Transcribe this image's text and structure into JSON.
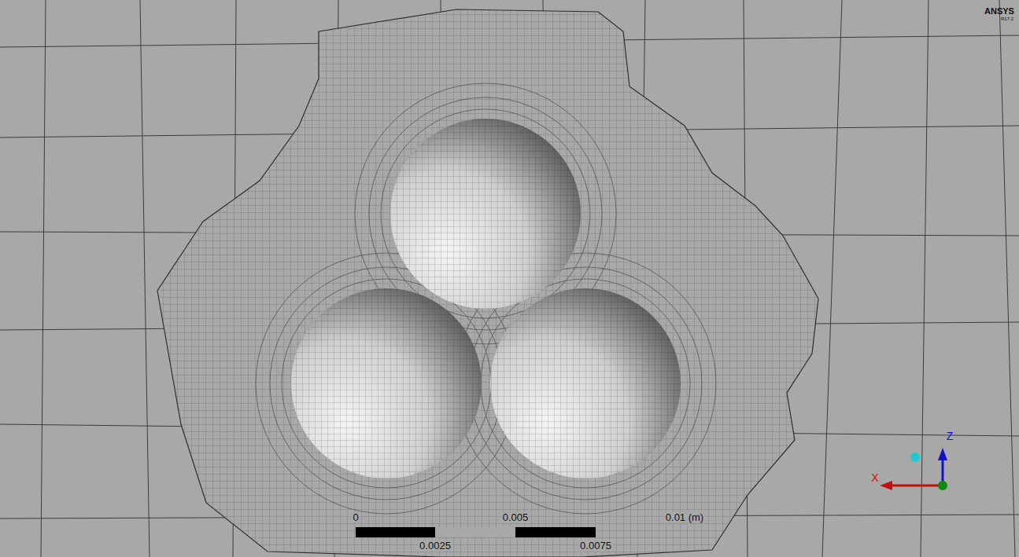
{
  "diagram": {
    "labels": [
      "ANSYS",
      "R17.2",
      "0",
      "0.005",
      "0.01 (m)",
      "0.0025",
      "0.0075",
      "Z",
      "X"
    ]
  }
}
